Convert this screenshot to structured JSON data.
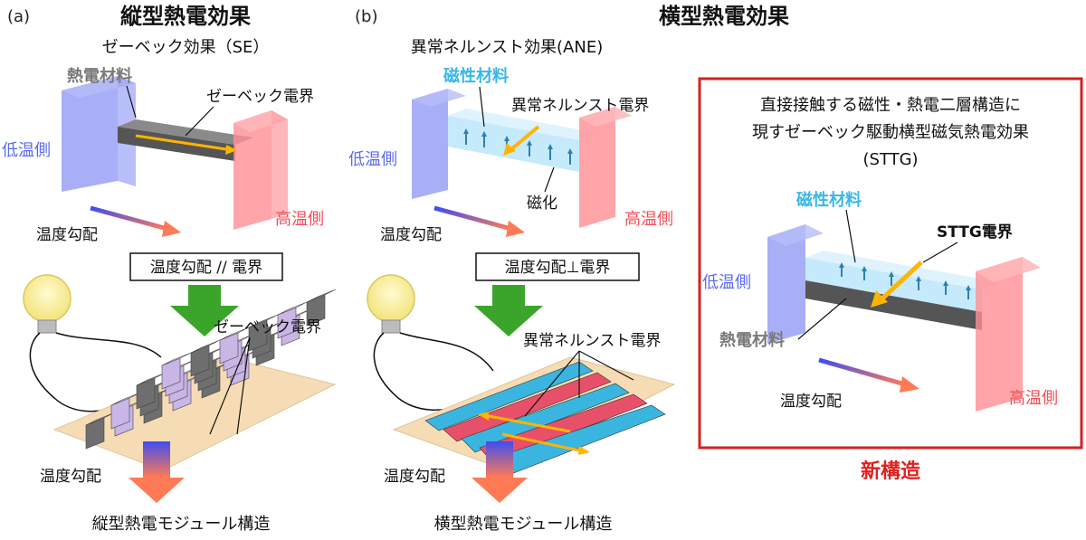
{
  "panel_a": {
    "label": "(a)",
    "title": "縦型熱電効果",
    "subtitle": "ゼーベック効果（SE）",
    "material": "熱電材料",
    "field": "ゼーベック電界",
    "cold": "低温側",
    "hot": "高温側",
    "gradient": "温度勾配",
    "condition": "温度勾配 // 電界",
    "module_field": "ゼーベック電界",
    "module_gradient": "温度勾配",
    "module_caption": "縦型熱電モジュール構造"
  },
  "panel_b": {
    "label": "(b)",
    "title": "横型熱電効果",
    "subtitle": "異常ネルンスト効果(ANE)",
    "material": "磁性材料",
    "field": "異常ネルンスト電界",
    "magnetization": "磁化",
    "cold": "低温側",
    "hot": "高温側",
    "gradient": "温度勾配",
    "condition": "温度勾配⊥電界",
    "module_field": "異常ネルンスト電界",
    "module_gradient": "温度勾配",
    "module_caption": "横型熱電モジュール構造"
  },
  "panel_new": {
    "title_line1": "直接接触する磁性・熱電二層構造に",
    "title_line2": "現すゼーベック駆動横型磁気熱電効果",
    "title_line3": "(STTG)",
    "magnetic": "磁性材料",
    "field": "STTG電界",
    "cold": "低温側",
    "thermo": "熱電材料",
    "gradient": "温度勾配",
    "hot": "高温側",
    "caption": "新構造"
  },
  "colors": {
    "cold": "#5b6cf0",
    "hot": "#f0505a",
    "magnetic": "#39b7e8",
    "thermoelectric": "#7a7a7a",
    "arrow_green": "#3aa52a",
    "field_arrow": "#ffb400",
    "frame_red": "#d62020"
  }
}
